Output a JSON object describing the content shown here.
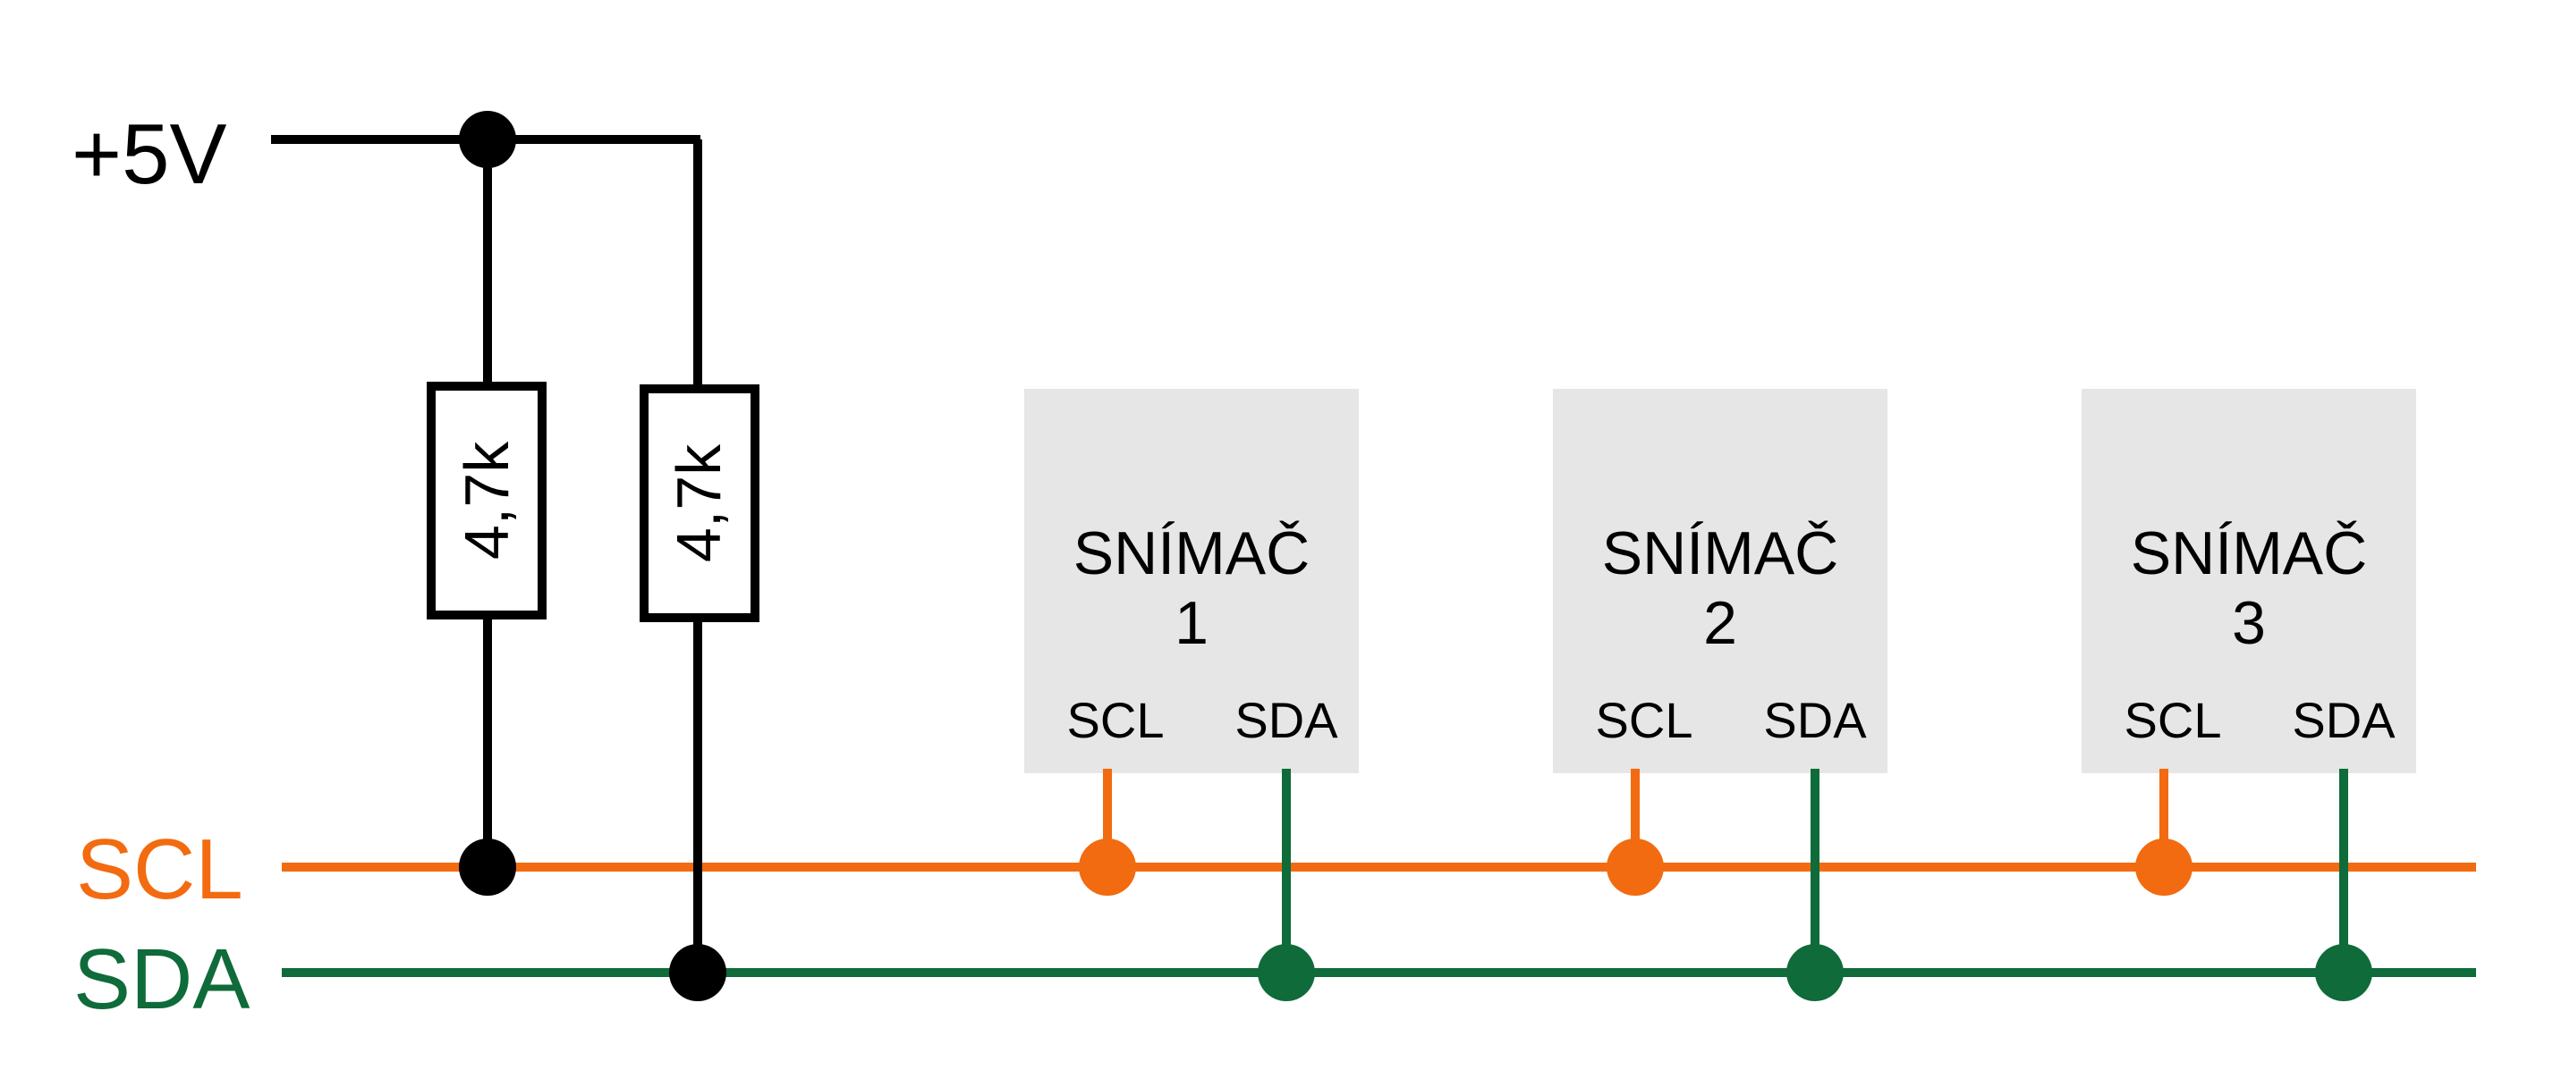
{
  "colors": {
    "power": "#000000",
    "scl": "#f26b10",
    "sda": "#0f6b3a",
    "sensor_fill": "#e6e6e6"
  },
  "labels": {
    "power": "+5V",
    "scl": "SCL",
    "sda": "SDA"
  },
  "resistors": [
    {
      "value": "4,7k",
      "connects_to": "SCL"
    },
    {
      "value": "4,7k",
      "connects_to": "SDA"
    }
  ],
  "sensors": [
    {
      "title": "SNÍMAČ",
      "number": "1",
      "pin_scl": "SCL",
      "pin_sda": "SDA"
    },
    {
      "title": "SNÍMAČ",
      "number": "2",
      "pin_scl": "SCL",
      "pin_sda": "SDA"
    },
    {
      "title": "SNÍMAČ",
      "number": "3",
      "pin_scl": "SCL",
      "pin_sda": "SDA"
    }
  ]
}
